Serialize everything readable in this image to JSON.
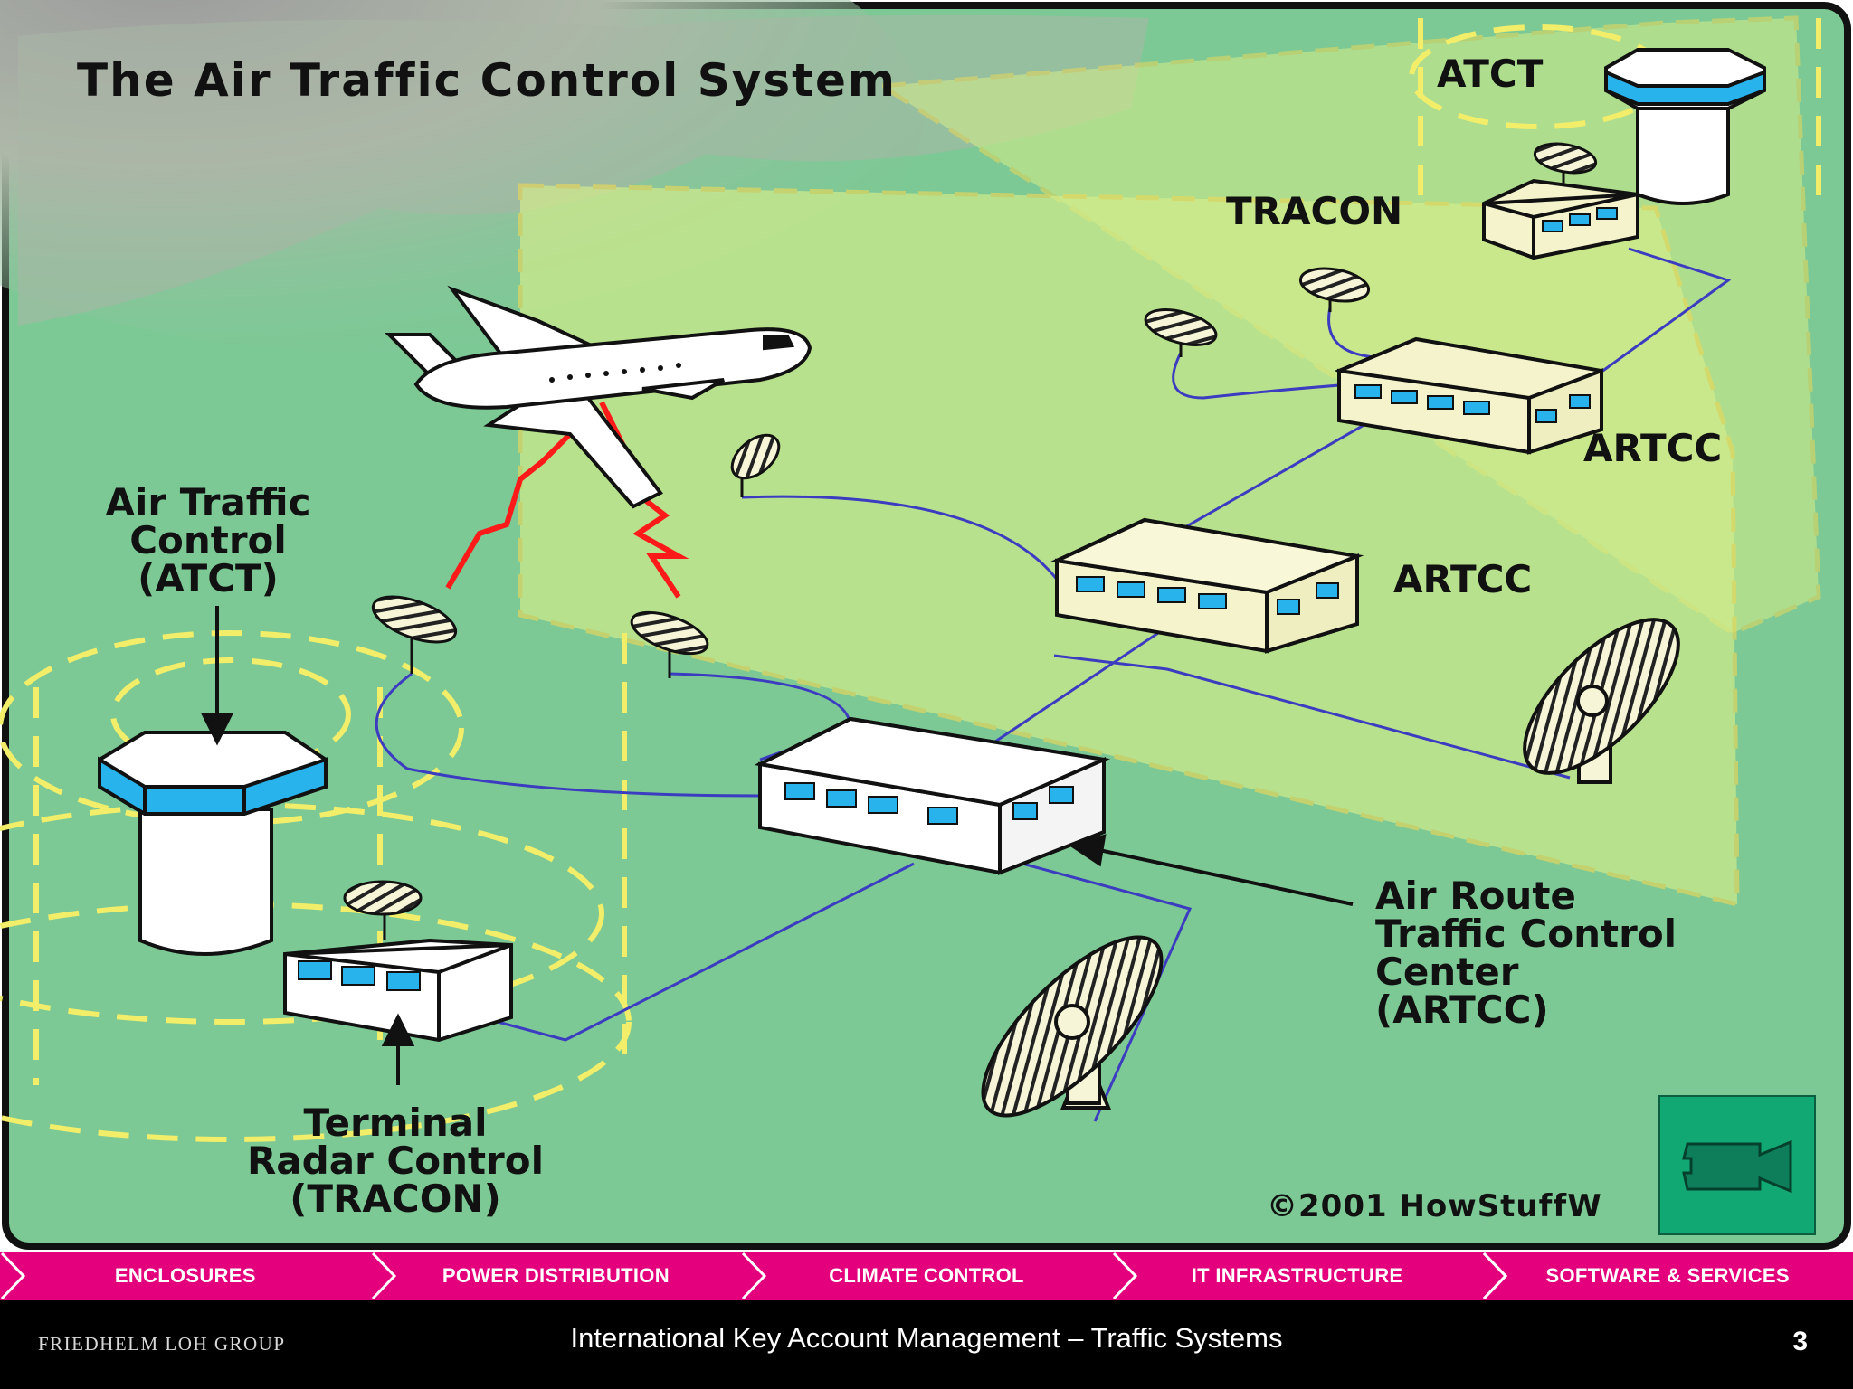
{
  "diagram": {
    "title": "The Air Traffic Control System",
    "labels": {
      "atct_top": "ATCT",
      "tracon_top": "TRACON",
      "artcc_upper": "ARTCC",
      "artcc_middle": "ARTCC",
      "air_traffic_control": [
        "Air Traffic",
        "Control",
        "(ATCT)"
      ],
      "air_route_center": [
        "Air Route",
        "Traffic Control",
        "Center",
        "(ARTCC)"
      ],
      "terminal_radar": [
        "Terminal",
        "Radar Control",
        "(TRACON)"
      ],
      "copyright": "©2001 HowStuffW"
    },
    "colors": {
      "ground": "#7cc995",
      "airspace": "#d8ef8a",
      "dashed_ring": "#f2ee6a",
      "signal": "#ff1a1a",
      "window": "#29b3ec",
      "building": "#f4f3cc",
      "cable": "#3c3cc0"
    }
  },
  "video_button": {
    "icon": "video-camera-icon"
  },
  "nav": {
    "items": [
      {
        "label": "ENCLOSURES"
      },
      {
        "label": "POWER DISTRIBUTION"
      },
      {
        "label": "CLIMATE CONTROL"
      },
      {
        "label": "IT INFRASTRUCTURE"
      },
      {
        "label": "SOFTWARE & SERVICES"
      }
    ],
    "color": "#e4007d"
  },
  "footer": {
    "logo": "FRIEDHELM LOH GROUP",
    "title": "International Key Account Management – Traffic Systems",
    "page_number": "3"
  }
}
